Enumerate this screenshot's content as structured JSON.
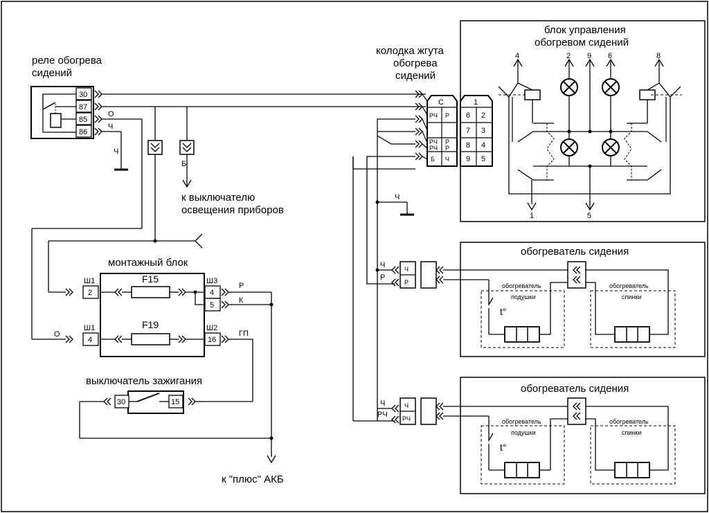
{
  "labels": {
    "relay_title_1": "реле обогрева",
    "relay_title_2": "сидений",
    "relay_pin_30": "30",
    "relay_pin_87": "87",
    "relay_pin_85": "85",
    "relay_pin_86": "86",
    "wire_o_top": "О",
    "wire_ch_top": "Ч",
    "wire_ch_ground": "Ч",
    "wire_b": "Б",
    "to_switch_1": "к выключателю",
    "to_switch_2": "освещения приборов",
    "harness_1": "колодка жгута",
    "harness_2": "обогрева",
    "harness_3": "сидений",
    "conn_c": "С",
    "conn_rch": "РЧ",
    "conn_r": "Р",
    "conn_rch2": "РЧ",
    "conn_rch3": "РЧ",
    "conn_r2": "Р",
    "conn_r3": "Р",
    "conn_b": "Б",
    "conn_ch": "Ч",
    "pin_1": "1",
    "pin_6": "6",
    "pin_2": "2",
    "pin_7": "7",
    "pin_3": "3",
    "pin_8": "8",
    "pin_4": "4",
    "pin_9": "9",
    "pin_5": "5",
    "control_1": "блок управления",
    "control_2": "обогревом сидений",
    "ctl_4": "4",
    "ctl_2": "2",
    "ctl_9": "9",
    "ctl_6": "6",
    "ctl_8": "8",
    "ctl_1": "1",
    "ctl_5": "5",
    "ground_ch": "Ч",
    "fuse_block": "монтажный блок",
    "sh1_a": "Ш1",
    "sh1_b": "Ш1",
    "sh3": "Ш3",
    "sh2": "Ш2",
    "fb_pin_2": "2",
    "fb_pin_4": "4",
    "fb_pin_4r": "4",
    "fb_pin_5": "5",
    "fb_pin_16": "16",
    "fuse_f15": "F15",
    "fuse_f19": "F19",
    "wire_r": "Р",
    "wire_k": "К",
    "wire_gp": "ГП",
    "wire_o_bottom": "О",
    "ignition": "выключатель зажигания",
    "ign_30": "30",
    "ign_15": "15",
    "to_battery": "к \"плюс\" АКБ",
    "heater_title_1": "обогреватель сидения",
    "heater_title_2": "обогреватель сидения",
    "h1_wire_ch": "Ч",
    "h1_wire_r": "Р",
    "h1_conn_ch": "Ч",
    "h1_conn_r": "Р",
    "h2_wire_ch": "Ч",
    "h2_wire_rch": "РЧ",
    "h2_conn_ch": "Ч",
    "h2_conn_rch": "РЧ",
    "cushion_1a": "обогреватель",
    "cushion_1b": "подушки",
    "back_1a": "обогреватель",
    "back_1b": "спинки",
    "cushion_2a": "обогреватель",
    "cushion_2b": "подушки",
    "back_2a": "обогреватель",
    "back_2b": "спинки",
    "thermo_1": "t°",
    "thermo_2": "t°"
  }
}
